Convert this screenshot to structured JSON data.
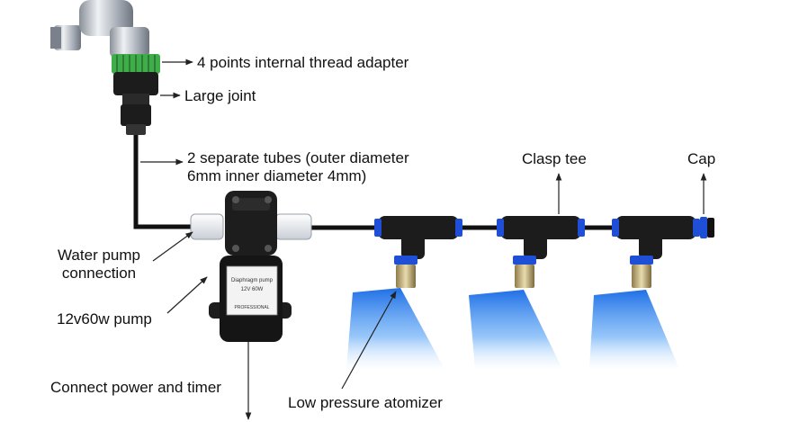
{
  "labels": {
    "adapter": "4 points internal thread adapter",
    "large_joint": "Large joint",
    "tubes_line1": "2 separate tubes (outer diameter",
    "tubes_line2": "6mm inner diameter 4mm)",
    "clasp_tee": "Clasp tee",
    "cap": "Cap",
    "pump_conn_line1": "Water pump",
    "pump_conn_line2": "connection",
    "pump": "12v60w pump",
    "power": "Connect power and timer",
    "atomizer": "Low pressure atomizer"
  },
  "pump_label": {
    "line1": "Diaphragm pump",
    "line2": "12V 60W",
    "line3": "PROFESSIONAL"
  },
  "colors": {
    "tube": "#111111",
    "fitting_black": "#1c1c1c",
    "ring_blue": "#1f4fd6",
    "spray_blue": "#2f86f2",
    "thread_green": "#3fae4a",
    "chrome": "#b9bec6",
    "pump_white": "#eef1f4"
  }
}
